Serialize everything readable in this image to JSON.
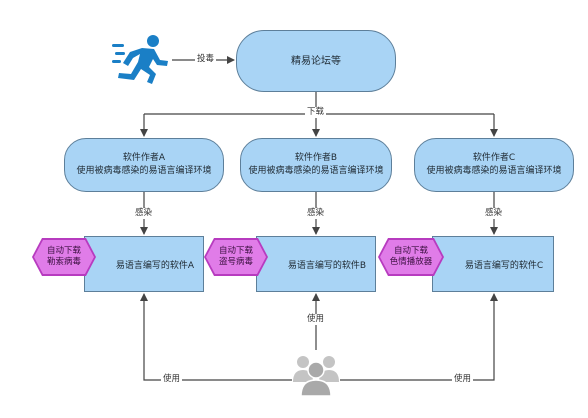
{
  "top_node": {
    "label": "精易论坛等"
  },
  "runner": {
    "icon": "running-man-icon",
    "color": "#1a7fc6"
  },
  "users": {
    "icon": "users-group-icon",
    "color": "#c4c4c4"
  },
  "edges": {
    "upload": "投毒",
    "download": "下载",
    "infect": "感染",
    "use": "使用"
  },
  "authors": [
    {
      "name": "软件作者A",
      "desc": "使用被病毒感染的易语言编译环境"
    },
    {
      "name": "软件作者B",
      "desc": "使用被病毒感染的易语言编译环境"
    },
    {
      "name": "软件作者C",
      "desc": "使用被病毒感染的易语言编译环境"
    }
  ],
  "software": [
    {
      "label": "易语言编写的软件A",
      "payload": [
        "自动下载",
        "勒索病毒"
      ]
    },
    {
      "label": "易语言编写的软件B",
      "payload": [
        "自动下载",
        "盗号病毒"
      ]
    },
    {
      "label": "易语言编写的软件C",
      "payload": [
        "自动下载",
        "色情播放器"
      ]
    }
  ],
  "colors": {
    "node_fill": "#a9d4f5",
    "node_border": "#5d7f9a",
    "payload_fill": "#e07ce8",
    "payload_border": "#b73bbf",
    "arrow": "#444444"
  }
}
